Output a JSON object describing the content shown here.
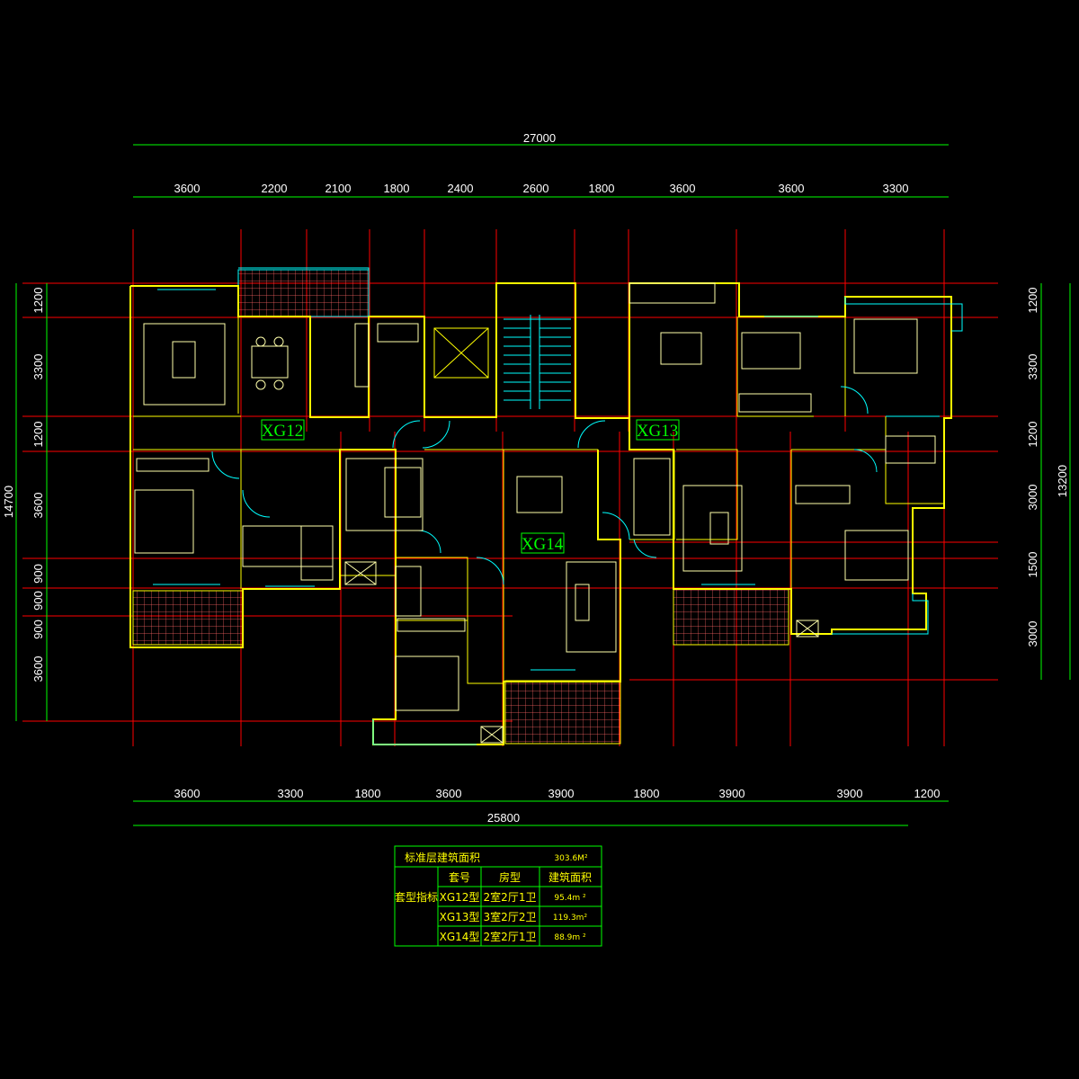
{
  "drawing": {
    "dims_top_total": "27000",
    "dims_top": [
      "3600",
      "2200",
      "2100",
      "1800",
      "2400",
      "2600",
      "1800",
      "3600",
      "3600",
      "3300"
    ],
    "dims_bottom": [
      "3600",
      "3300",
      "1800",
      "3600",
      "3900",
      "1800",
      "3900",
      "3900",
      "1200"
    ],
    "dims_bottom_total": "25800",
    "dims_left_total": "14700",
    "dims_left": [
      "1200",
      "3300",
      "1200",
      "3600",
      "900",
      "900",
      "900",
      "3600"
    ],
    "dims_right_total": "13200",
    "dims_right": [
      "1200",
      "3300",
      "1200",
      "3000",
      "1500",
      "3000"
    ],
    "unit_tags": [
      "XG12",
      "XG13",
      "XG14"
    ]
  },
  "table": {
    "title": "标准层建筑面积",
    "total_area": "303.6M²",
    "row_header": "套型指标",
    "headers": [
      "套号",
      "房型",
      "建筑面积"
    ],
    "rows": [
      {
        "id": "XG12型",
        "type": "2室2厅1卫",
        "area": "95.4m ²"
      },
      {
        "id": "XG13型",
        "type": "3室2厅2卫",
        "area": "119.3m²"
      },
      {
        "id": "XG14型",
        "type": "2室2厅1卫",
        "area": "88.9m ²"
      }
    ]
  },
  "colors": {
    "background": "#000000",
    "walls": "#ffff00",
    "grid_axes": "#ff0000",
    "dimensions": "#00ff00",
    "windows": "#00ffff",
    "text": "#ffffff"
  }
}
